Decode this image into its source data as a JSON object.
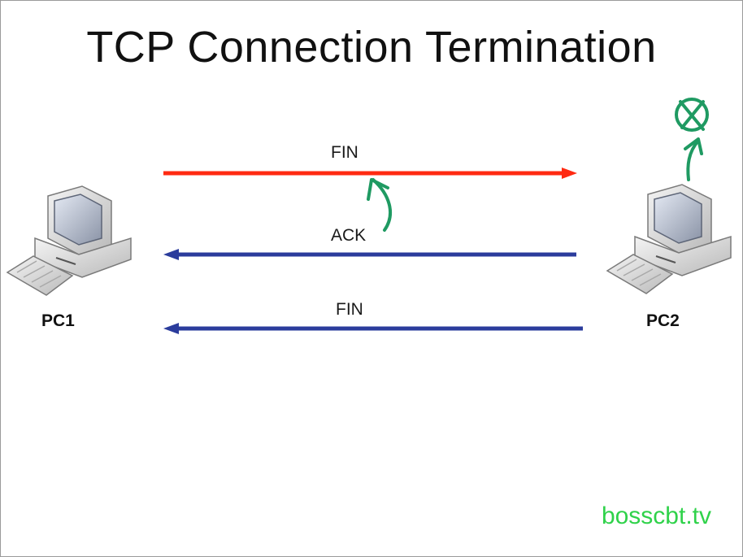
{
  "title": "TCP Connection Termination",
  "devices": {
    "left": {
      "label": "PC1",
      "icon": "desktop-computer-icon"
    },
    "right": {
      "label": "PC2",
      "icon": "desktop-computer-icon"
    }
  },
  "messages": [
    {
      "label": "FIN",
      "direction": "PC1 to PC2",
      "color": "#ff2a12"
    },
    {
      "label": "ACK",
      "direction": "PC2 to PC1",
      "color": "#2b3c9c"
    },
    {
      "label": "FIN",
      "direction": "PC2 to PC1",
      "color": "#2b3c9c"
    }
  ],
  "annotations": {
    "color": "#1f9a62",
    "curved_arrow_icon": "curved-arrow-icon",
    "closed_socket_icon": "circled-x-icon"
  },
  "watermark": {
    "text": "bosscbt.tv",
    "color": "#2fd24a"
  }
}
